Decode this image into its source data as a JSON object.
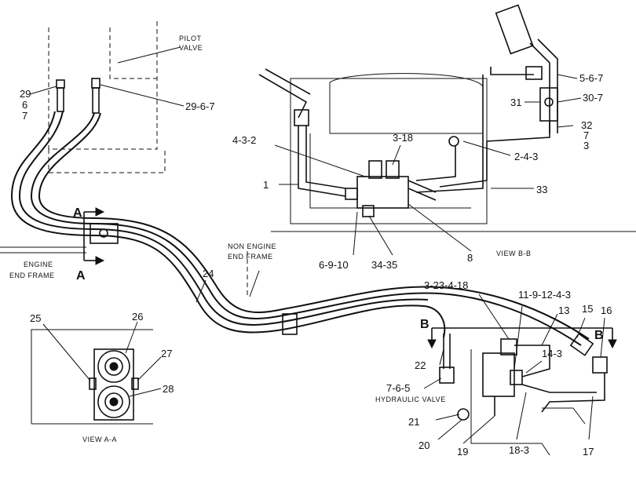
{
  "labels": {
    "pilot_valve": [
      "PILOT",
      "VALVE"
    ],
    "engine_end_frame": [
      "ENGINE",
      "END FRAME"
    ],
    "non_engine_end_frame": [
      "NON ENGINE",
      "END FRAME"
    ],
    "hydraulic_valve": "HYDRAULIC VALVE",
    "view_aa": "VIEW A-A",
    "view_bb": "VIEW B-B"
  },
  "section_letters": {
    "a_top": "A",
    "a_bottom": "A",
    "b_left": "B",
    "b_right": "B"
  },
  "callouts": {
    "c29_6_7_left": [
      "29",
      "6",
      "7"
    ],
    "c29_6_7_right": "29-6-7",
    "c5_6_7": "5-6-7",
    "c31": "31",
    "c30_7": "30-7",
    "c32_7_3": [
      "32",
      "7",
      "3"
    ],
    "c4_3_2": "4-3-2",
    "c3_18": "3-18",
    "c2_4_3": "2-4-3",
    "c1": "1",
    "c33": "33",
    "c8": "8",
    "c6_9_10": "6-9-10",
    "c34_35": "34-35",
    "c24": "24",
    "c3_23_4_18": "3-23-4-18",
    "c11_9_12_4_3": "11-9-12-4-3",
    "c13": "13",
    "c15": "15",
    "c16": "16",
    "c14_3": "14-3",
    "c22": "22",
    "c7_6_5": "7-6-5",
    "c21": "21",
    "c20": "20",
    "c19": "19",
    "c18_3": "18-3",
    "c17": "17",
    "c25": "25",
    "c26": "26",
    "c27": "27",
    "c28": "28"
  }
}
